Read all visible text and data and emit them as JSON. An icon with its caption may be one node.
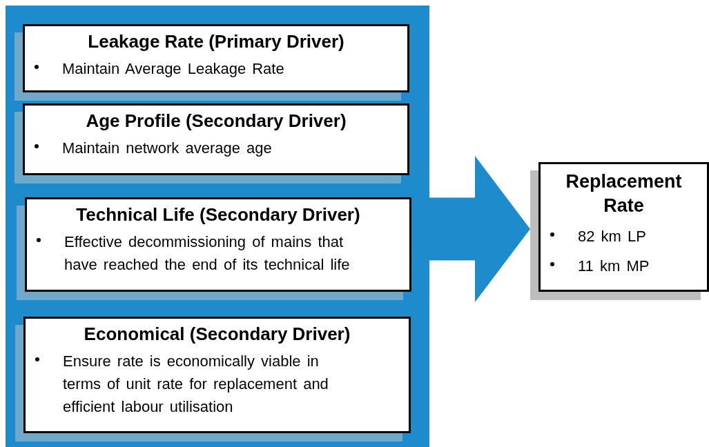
{
  "diagram": {
    "nodes": [
      {
        "text": [],
        "shape": "box"
      },
      {
        "text": [
          "Leakage Rate (Primary Driver)",
          "Maintain Average Leakage Rate"
        ],
        "in": 0
      },
      {
        "text": [
          "Age Profile (Secondary Driver)",
          "Maintain network average age"
        ],
        "in": 0
      },
      {
        "text": [
          "Technical Life (Secondary Driver)",
          "Effective decommissioning of mains that have reached the end of its technical life"
        ],
        "in": 0
      },
      {
        "text": [
          "Economical (Secondary Driver)",
          "Ensure rate is economically viable in terms of unit rate for replacement and efficient labour utilisation"
        ],
        "in": 0
      },
      {
        "text": [
          "Replacement Rate",
          "82 km LP",
          "11 km MP"
        ]
      }
    ],
    "edges": [
      {
        "from": 0,
        "to": 5,
        "arrow": "to"
      }
    ]
  }
}
